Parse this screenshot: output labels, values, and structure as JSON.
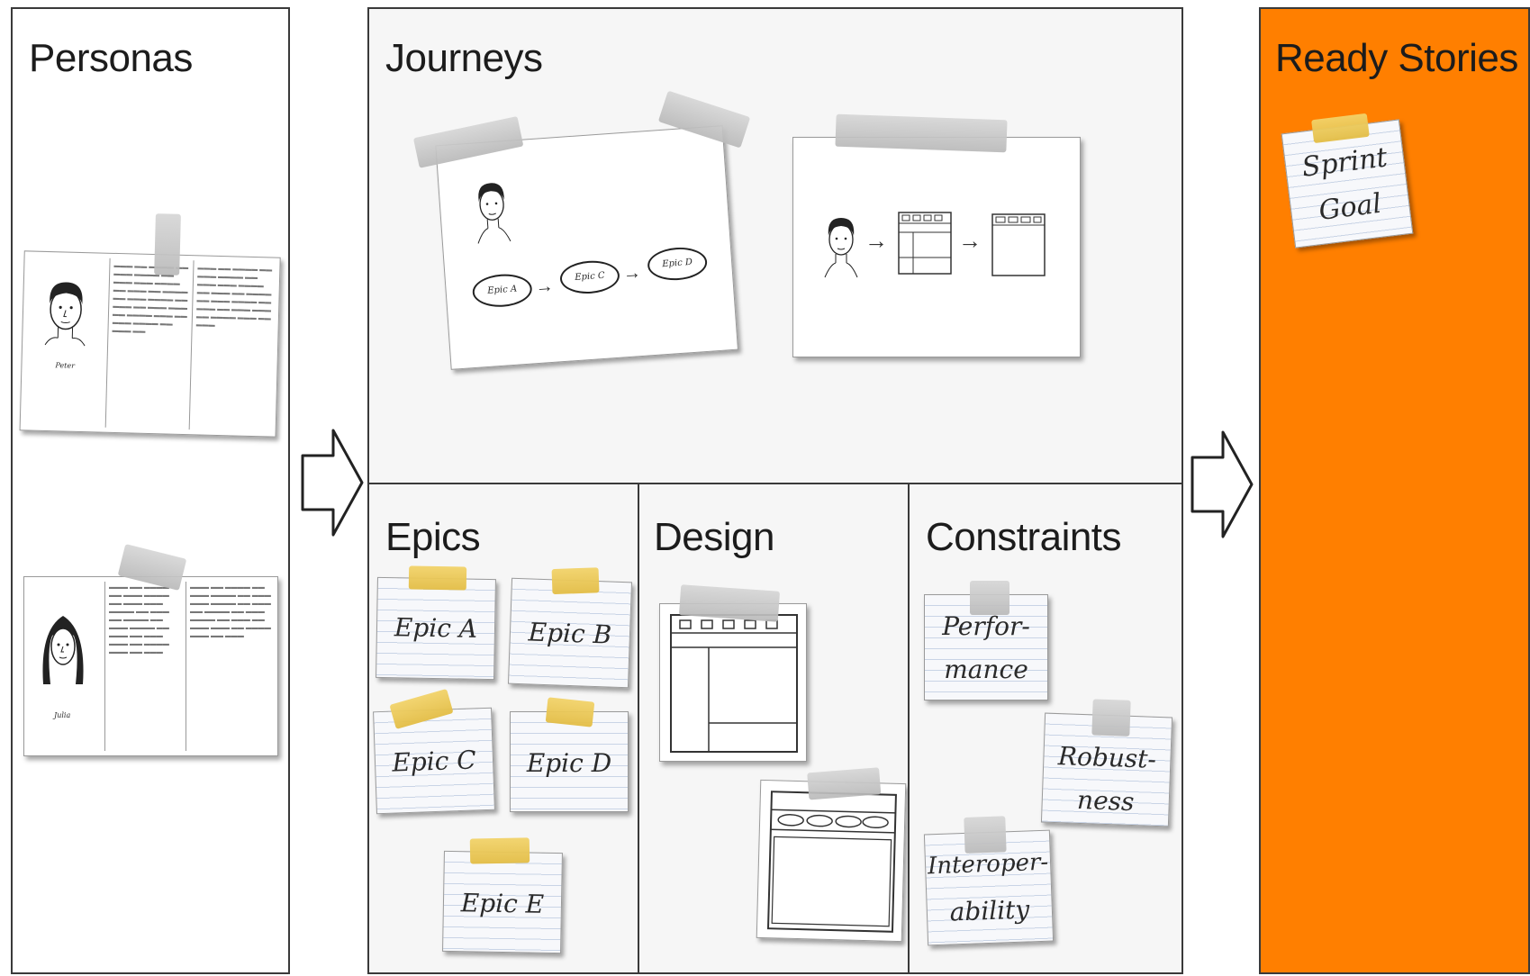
{
  "panels": {
    "personas": {
      "title": "Personas"
    },
    "journeys": {
      "title": "Journeys"
    },
    "epics": {
      "title": "Epics"
    },
    "design": {
      "title": "Design"
    },
    "constraints": {
      "title": "Constraints"
    },
    "ready": {
      "title": "Ready Stories",
      "color": "#ff7f00",
      "title_color": "#1c1c1c"
    }
  },
  "personas": [
    {
      "name": "Peter"
    },
    {
      "name": "Julia"
    }
  ],
  "journey_epics": [
    "Epic A",
    "Epic C",
    "Epic D"
  ],
  "epic_notes": [
    "Epic A",
    "Epic B",
    "Epic C",
    "Epic D",
    "Epic E"
  ],
  "constraint_notes": [
    {
      "line1": "Perfor-",
      "line2": "mance"
    },
    {
      "line1": "Robust-",
      "line2": "ness"
    },
    {
      "line1": "Interoper-",
      "line2": "ability"
    }
  ],
  "ready_note": {
    "line1": "Sprint",
    "line2": "Goal"
  },
  "colors": {
    "border": "#3a3a3a",
    "panel_bg": "#f6f6f6",
    "tape_yellow": "#e9c554",
    "tape_grey": "#c7c7c7"
  }
}
